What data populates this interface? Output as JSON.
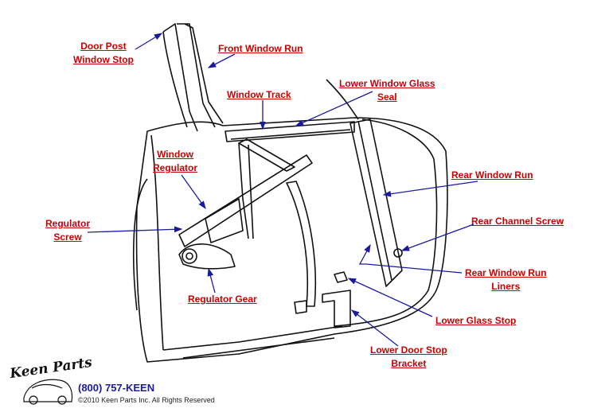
{
  "labels": {
    "door_post_window_stop": [
      "Door Post",
      "Window Stop"
    ],
    "front_window_run": "Front Window Run",
    "lower_window_glass_seal": [
      "Lower Window Glass",
      "Seal"
    ],
    "window_track": "Window Track",
    "window_regulator": [
      "Window",
      "Regulator"
    ],
    "rear_window_run": "Rear Window Run",
    "regulator_screw": [
      "Regulator",
      "Screw"
    ],
    "rear_channel_screw": "Rear Channel Screw",
    "rear_window_run_liners": [
      "Rear Window Run",
      "Liners"
    ],
    "regulator_gear": "Regulator Gear",
    "lower_glass_stop": "Lower Glass Stop",
    "lower_door_stop_bracket": [
      "Lower Door Stop",
      "Bracket"
    ]
  },
  "footer": {
    "logo": "Keen Parts",
    "phone": "(800) 757-KEEN",
    "copyright": "©2010 Keen Parts Inc. All Rights Reserved"
  },
  "colors": {
    "label": "#cc0000",
    "arrow": "#1a1aa0",
    "drawing": "#111111"
  }
}
